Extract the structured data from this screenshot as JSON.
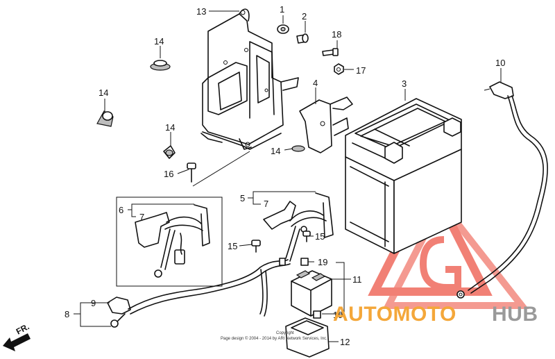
{
  "callouts": [
    {
      "id": "c1",
      "label": "1"
    },
    {
      "id": "c2",
      "label": "2"
    },
    {
      "id": "c3",
      "label": "3"
    },
    {
      "id": "c4",
      "label": "4"
    },
    {
      "id": "c5",
      "label": "5"
    },
    {
      "id": "c6",
      "label": "6"
    },
    {
      "id": "c7a",
      "label": "7"
    },
    {
      "id": "c7b",
      "label": "7"
    },
    {
      "id": "c8",
      "label": "8"
    },
    {
      "id": "c9",
      "label": "9"
    },
    {
      "id": "c10",
      "label": "10"
    },
    {
      "id": "c11",
      "label": "11"
    },
    {
      "id": "c12",
      "label": "12"
    },
    {
      "id": "c13",
      "label": "13"
    },
    {
      "id": "c14a",
      "label": "14"
    },
    {
      "id": "c14b",
      "label": "14"
    },
    {
      "id": "c14c",
      "label": "14"
    },
    {
      "id": "c14d",
      "label": "14"
    },
    {
      "id": "c15a",
      "label": "15"
    },
    {
      "id": "c15b",
      "label": "15"
    },
    {
      "id": "c16",
      "label": "16"
    },
    {
      "id": "c17",
      "label": "17"
    },
    {
      "id": "c18",
      "label": "18"
    },
    {
      "id": "c19a",
      "label": "19"
    },
    {
      "id": "c19b",
      "label": "19"
    }
  ],
  "direction_label": "FR.",
  "copyright": {
    "line1": "Copyright",
    "line2": "Page design © 2004 - 2014 by ARI Network Services, Inc."
  },
  "watermark": {
    "text_part1": "AUTOMOTO",
    "text_part2": "HUB",
    "color_primary": "#f4a73a",
    "color_secondary": "#9a9a9a",
    "logo_color": "#ef6a5e"
  }
}
